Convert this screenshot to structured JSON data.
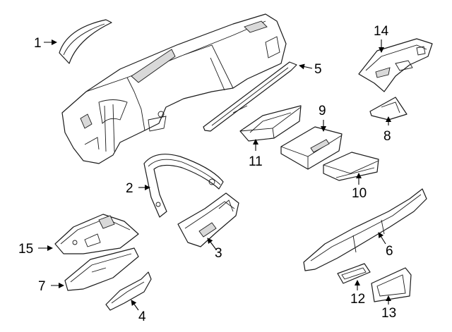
{
  "callouts": [
    {
      "label": "1"
    },
    {
      "label": "2"
    },
    {
      "label": "3"
    },
    {
      "label": "4"
    },
    {
      "label": "5"
    },
    {
      "label": "6"
    },
    {
      "label": "7"
    },
    {
      "label": "8"
    },
    {
      "label": "9"
    },
    {
      "label": "10"
    },
    {
      "label": "11"
    },
    {
      "label": "12"
    },
    {
      "label": "13"
    },
    {
      "label": "14"
    },
    {
      "label": "15"
    }
  ],
  "colors": {
    "line": "#1a1a1a",
    "background": "#ffffff",
    "shading": "#d9d9d9"
  }
}
